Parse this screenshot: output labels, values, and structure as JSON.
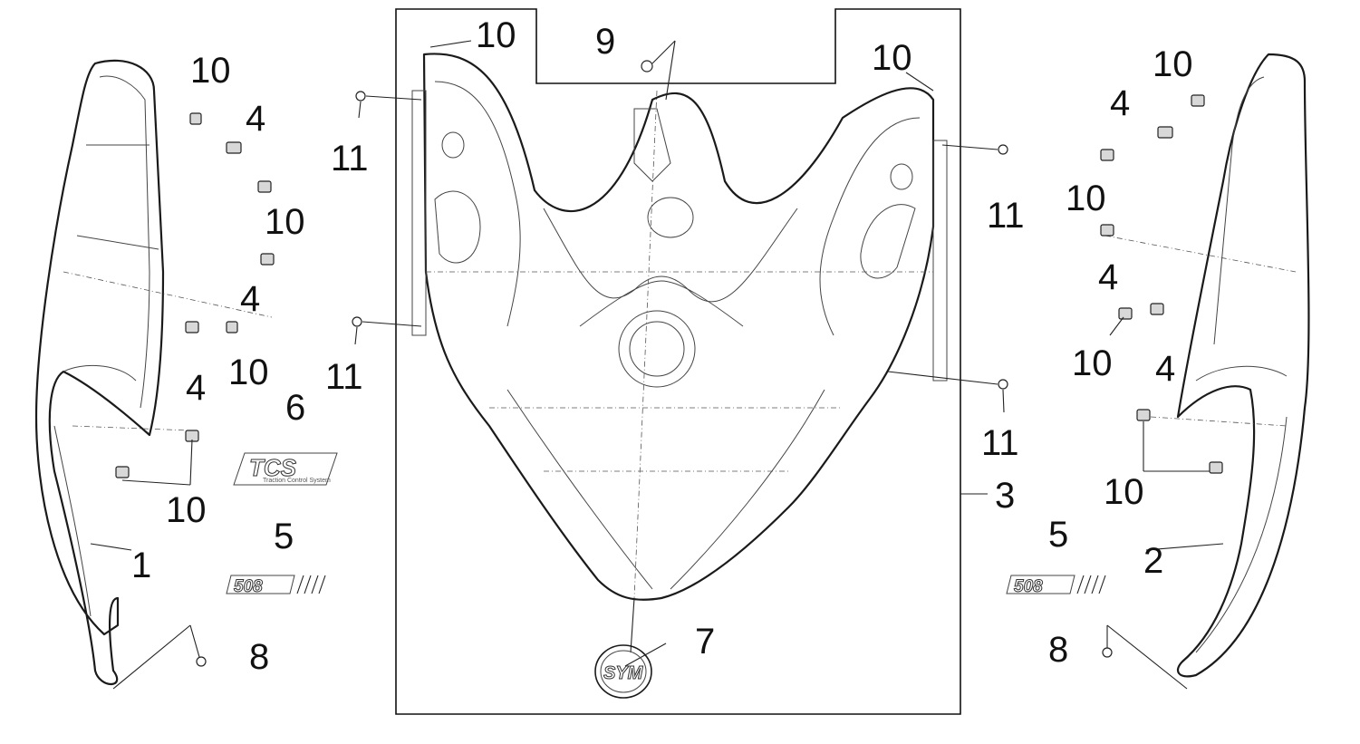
{
  "callouts": {
    "c1": "1",
    "c2": "2",
    "c3": "3",
    "c4": "4",
    "c5": "5",
    "c6": "6",
    "c7": "7",
    "c8": "8",
    "c9": "9",
    "c10": "10",
    "c11": "11"
  },
  "decals": {
    "tcs_logo": "TCS",
    "tcs_tagline": "Traction Control System",
    "model_badge": "508",
    "emblem": "SYM"
  },
  "colors": {
    "line": "#1a1a1a",
    "clip_fill": "#d8d8d8",
    "badge_accent": "#c0368a"
  }
}
